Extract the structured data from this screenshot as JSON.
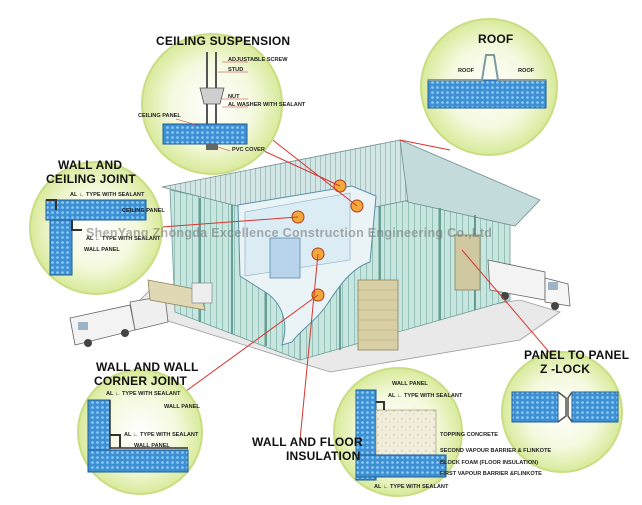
{
  "colors": {
    "bubble": "#e6f2b8",
    "bubble_edge": "#c9de84",
    "panel": "#3f8fd3",
    "panel_dot": "#8fd0ff",
    "wall": "#bfe4de",
    "leader": "#d7342e"
  },
  "titles": {
    "ceiling_suspension": "CEILING SUSPENSION",
    "roof": "ROOF",
    "wall_ceiling": [
      "WALL AND",
      "CEILING JOINT"
    ],
    "wall_wall": [
      "WALL AND WALL",
      "CORNER JOINT"
    ],
    "wall_floor": [
      "WALL AND FLOOR",
      "INSULATION"
    ],
    "panel_panel": [
      "PANEL TO PANEL",
      "Z -LOCK"
    ]
  },
  "labels": {
    "ceiling_suspension": [
      "ADJUSTABLE SCREW",
      "STUD",
      "NUT",
      "AL WASHER WITH SEALANT",
      "CEILING PANEL",
      "PVC COVER"
    ],
    "roof": [
      "ROOF",
      "ROOF"
    ],
    "wall_ceiling": [
      "AL ∟ TYPE WITH SEALANT",
      "CEILING PANEL",
      "AL ∟ TYPE WITH SEALANT",
      "WALL PANEL"
    ],
    "wall_wall": [
      "AL ∟ TYPE WITH SEALANT",
      "WALL PANEL",
      "AL ∟ TYPE WITH SEALANT",
      "WALL PANEL"
    ],
    "wall_floor": [
      "WALL PANEL",
      "AL ∟ TYPE WITH SEALANT",
      "TOPPING CONCRETE",
      "SECOND VAPOUR BARRIER & FLINKOTE",
      "BLOCK FOAM (FLOOR INSULATION)",
      "FIRST VAPOUR BARRIER &FLINKOTE",
      "AL ∟ TYPE WITH SEALANT"
    ]
  },
  "watermark": "ShenYang Zhongda Excellence Construction Engineering Co.,Ltd"
}
